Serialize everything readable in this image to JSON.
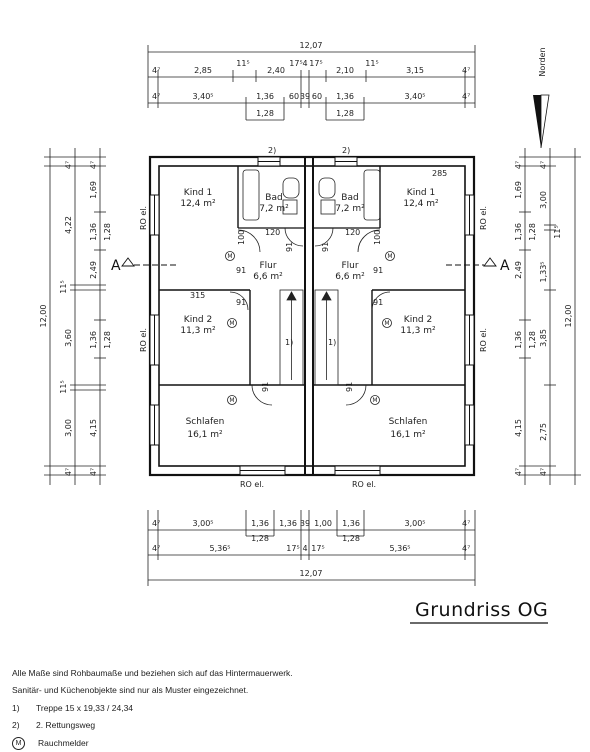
{
  "dimensions": {
    "top_total": "12,07",
    "top_row1": [
      "4⁷",
      "2,85",
      "11⁵",
      "2,40",
      "17⁵",
      "4",
      "17⁵",
      "2,10",
      "11⁵",
      "3,15",
      "4⁷"
    ],
    "top_row2": [
      "4⁷",
      "3,40⁵",
      "1,36",
      "60",
      "39",
      "60",
      "1,36",
      "3,40⁵",
      "4⁷"
    ],
    "top_row2_sub": [
      "1,28",
      "1,28"
    ],
    "bottom_row1": [
      "4⁷",
      "3,00⁵",
      "1,36",
      "1,36",
      "39",
      "1,00",
      "1,36",
      "3,00⁵",
      "4⁷"
    ],
    "bottom_row1_sub": [
      "1,28",
      "1,28"
    ],
    "bottom_row2": [
      "4⁷",
      "5,36⁵",
      "17⁵",
      "4",
      "17⁵",
      "5,36⁵",
      "4⁷"
    ],
    "bottom_total": "12,07",
    "left_outer": [
      "4⁷",
      "4,22",
      "11⁵",
      "3,60",
      "11⁵",
      "3,00",
      "4⁷"
    ],
    "left_inner": [
      "4⁷",
      "1,69",
      "1,36",
      "1,28",
      "2,49",
      "1,36",
      "1,28",
      "4,15",
      "4⁷"
    ],
    "left_total": "12,00",
    "right_outer": [
      "4⁷",
      "3,00",
      "11⁵",
      "1,33⁵",
      "3,85",
      "2,75",
      "4⁷"
    ],
    "right_inner": [
      "4⁷",
      "1,69",
      "1,36",
      "1,28",
      "2,49",
      "1,36",
      "1,28",
      "4,15",
      "4⁷"
    ],
    "right_total": "12,00"
  },
  "rooms": {
    "left": [
      {
        "name": "Kind 1",
        "area": "12,4 m²"
      },
      {
        "name": "Bad",
        "area": "7,2 m²"
      },
      {
        "name": "Flur",
        "area": "6,6 m²"
      },
      {
        "name": "Kind 2",
        "area": "11,3 m²"
      },
      {
        "name": "Schlafen",
        "area": "16,1 m²"
      }
    ],
    "right": [
      {
        "name": "Kind 1",
        "area": "12,4 m²"
      },
      {
        "name": "Bad",
        "area": "7,2 m²"
      },
      {
        "name": "Flur",
        "area": "6,6 m²"
      },
      {
        "name": "Kind 2",
        "area": "11,3 m²"
      },
      {
        "name": "Schlafen",
        "area": "16,1 m²"
      }
    ]
  },
  "annotations": {
    "ro": "RO el.",
    "section": "A",
    "escape_route": "2)",
    "stair": "1)",
    "smoke": "M",
    "door_91": "91",
    "door_120": "120",
    "door_100": "100",
    "dim_315": "315",
    "dim_285": "285"
  },
  "north": "Norden",
  "title": "Grundriss OG",
  "notes": [
    {
      "num": "",
      "text": "Alle Maße sind Rohbaumaße und beziehen sich auf das Hintermauerwerk."
    },
    {
      "num": "",
      "text": "Sanitär- und Küchenobjekte sind nur als Muster eingezeichnet."
    },
    {
      "num": "1)",
      "text": "Treppe 15 x 19,33 / 24,34"
    },
    {
      "num": "2)",
      "text": "2. Rettungsweg"
    },
    {
      "num": "M",
      "text": "Rauchmelder"
    }
  ]
}
